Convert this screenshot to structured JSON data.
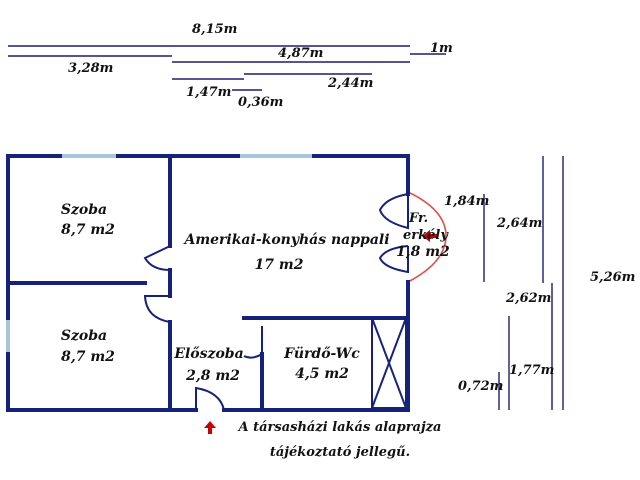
{
  "colors": {
    "wall": "#16227a",
    "window": "#a9c6d8",
    "dimension_line": "#1a1f6e",
    "door_arc": "#16227a",
    "balcony_outline": "#d9534f",
    "arrow": "#cc0000"
  },
  "dimensions_top": {
    "total": "8,15m",
    "left": "3,28m",
    "middle": "4,87m",
    "right_stub": "1m",
    "d147": "1,47m",
    "d036": "0,36m",
    "d244": "2,44m"
  },
  "dimensions_right": {
    "d184": "1,84m",
    "d264": "2,64m",
    "d526": "5,26m",
    "d262": "2,62m",
    "d177": "1,77m",
    "d072": "0,72m"
  },
  "rooms": {
    "bedroom1": {
      "name": "Szoba",
      "area": "8,7 m2"
    },
    "bedroom2": {
      "name": "Szoba",
      "area": "8,7 m2"
    },
    "living": {
      "name": "Amerikai-konyhás nappali",
      "area": "17 m2"
    },
    "balcony": {
      "name": "Fr. erkély",
      "area": "1,8 m2"
    },
    "hall": {
      "name": "Előszoba",
      "area": "2,8 m2"
    },
    "bath": {
      "name": "Fürdő-Wc",
      "area": "4,5 m2"
    }
  },
  "note": {
    "line1": "A társasházi lakás alaprajza",
    "line2": "tájékoztató jellegű."
  }
}
